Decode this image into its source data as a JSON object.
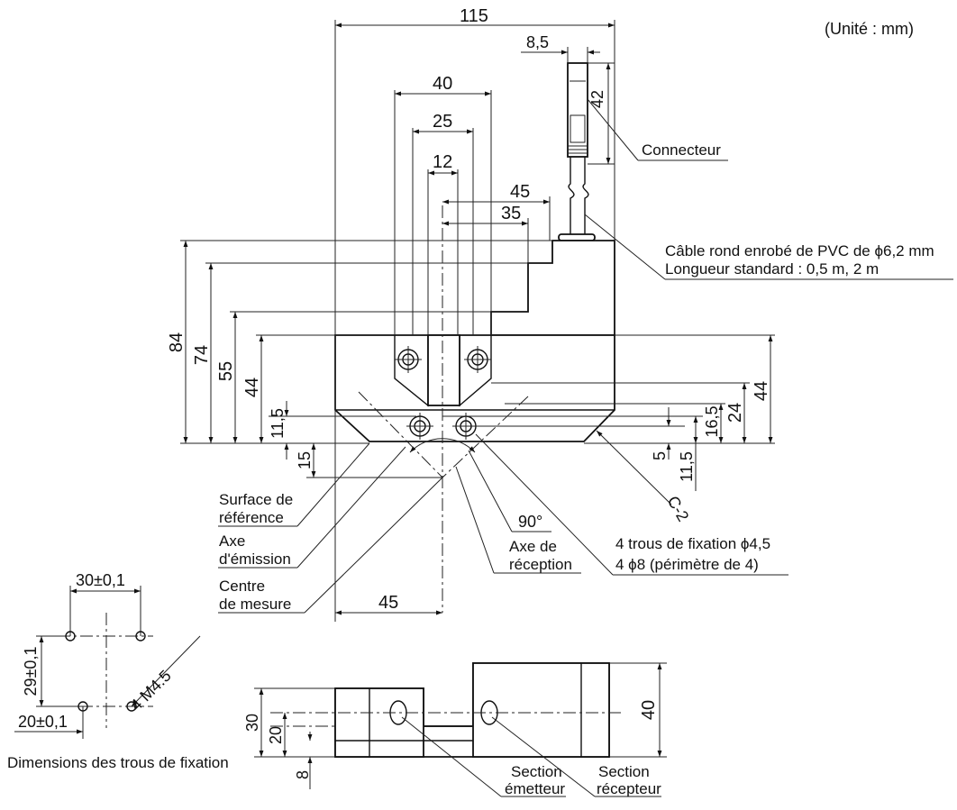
{
  "unit_note": "(Unité : mm)",
  "top_view": {
    "dims": {
      "overall_width": "115",
      "connector_width": "8,5",
      "connector_length": "42",
      "w40": "40",
      "w25": "25",
      "w12": "12",
      "w45": "45",
      "w35": "35",
      "h84": "84",
      "h74": "74",
      "h55": "55",
      "h44_left": "44",
      "h11_5_left": "11,5",
      "h15": "15",
      "h44_right": "44",
      "h24": "24",
      "h16_5": "16,5",
      "h5": "5",
      "h11_5_right": "11,5",
      "chamfer": "C-2",
      "angle": "90°",
      "center_offset": "45"
    },
    "callouts": {
      "connector": "Connecteur",
      "cable_line1": "Câble rond enrobé de PVC de ϕ6,2 mm",
      "cable_line2": "Longueur standard : 0,5 m, 2 m",
      "ref_surface_line1": "Surface de",
      "ref_surface_line2": "référence",
      "emission_line1": "Axe",
      "emission_line2": "d'émission",
      "center_line1": "Centre",
      "center_line2": "de mesure",
      "reception_line1": "Axe de",
      "reception_line2": "réception",
      "holes_line1": "4 trous de fixation ϕ4,5",
      "holes_line2": "4 ϕ8 (périmètre de 4)"
    }
  },
  "hole_pattern": {
    "dim_x": "30±0,1",
    "dim_y": "29±0,1",
    "dim_offset": "20±0,1",
    "thread": "4 M4.5",
    "caption": "Dimensions des trous de fixation"
  },
  "side_view": {
    "dim_30": "30",
    "dim_20": "20",
    "dim_8": "8",
    "dim_40": "40",
    "emitter_line1": "Section",
    "emitter_line2": "émetteur",
    "receiver_line1": "Section",
    "receiver_line2": "récepteur"
  }
}
